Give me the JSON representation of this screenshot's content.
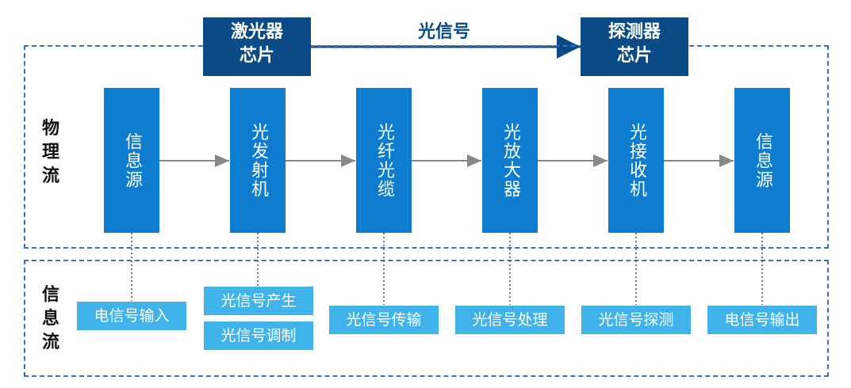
{
  "chip_laser": "激光器\n芯片",
  "chip_detector": "探测器\n芯片",
  "signal_label": "光信号",
  "phys_label": "物\n理\n流",
  "info_label": "信\n息\n流",
  "blocks": [
    "信息源",
    "光发射机",
    "光纤光缆",
    "光放大器",
    "光接收机",
    "信息源"
  ],
  "info_boxes": [
    "电信号输入",
    "光信号产生",
    "光信号调制",
    "光信号传输",
    "光信号处理",
    "光信号探测",
    "电信号输出"
  ],
  "colors": {
    "chip": "#0a4a86",
    "block": "#0e7ccf",
    "info_box": "#3fb3ea",
    "dashed_border": "#3f6fb0",
    "arrow": "#888888"
  }
}
